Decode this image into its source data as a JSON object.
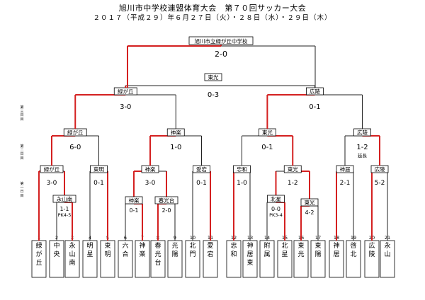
{
  "title": "旭川市中学校連盟体育大会　第７０回サッカー大会",
  "subtitle": "２０１７（平成２９）年６月２７日（火）・２８日（水）・２９日（木）",
  "champion": "旭川市立緑が丘中学校",
  "round_labels": [
    "第三日目",
    "第二日目",
    "第一日目"
  ],
  "teams": [
    {
      "no": "1",
      "name": "緑が丘"
    },
    {
      "no": "2",
      "name": "中央"
    },
    {
      "no": "3",
      "name": "永山南"
    },
    {
      "no": "4",
      "name": "明星"
    },
    {
      "no": "5",
      "name": "東明"
    },
    {
      "no": "6",
      "name": "六合"
    },
    {
      "no": "7",
      "name": "神楽"
    },
    {
      "no": "8",
      "name": "春光台"
    },
    {
      "no": "9",
      "name": "光陽"
    },
    {
      "no": "10",
      "name": "北門"
    },
    {
      "no": "11",
      "name": "愛宕"
    },
    {
      "no": "12",
      "name": "忠和"
    },
    {
      "no": "13",
      "name": "神居東"
    },
    {
      "no": "14",
      "name": "附属"
    },
    {
      "no": "15",
      "name": "北星"
    },
    {
      "no": "16",
      "name": "東光"
    },
    {
      "no": "17",
      "name": "東陽"
    },
    {
      "no": "18",
      "name": "神居"
    },
    {
      "no": "19",
      "name": "啓北"
    },
    {
      "no": "20",
      "name": "広陵"
    },
    {
      "no": "21",
      "name": "永山"
    }
  ],
  "winners": {
    "l1_2_3": "永山南",
    "l1_6_7": "神楽",
    "l1_8_9": "春光台",
    "l1_14_15": "北星",
    "l1_16_17": "東光",
    "l2_a": "緑が丘",
    "l2_b": "東明",
    "l2_c": "神楽",
    "l2_d": "愛宕",
    "l2_e": "忠和",
    "l2_f": "東光",
    "l2_g": "神居",
    "l2_h": "広陵",
    "l3_a": "緑が丘",
    "l3_b": "神楽",
    "l3_c": "東光",
    "l3_d": "広陵",
    "l4_a": "緑が丘",
    "l4_b": "広陵",
    "final": "東光"
  },
  "scores": {
    "l1_2_3": "1-1",
    "l1_2_3_note": "PK4-5",
    "l1_6_7": "0-1",
    "l1_8_9": "2-0",
    "l1_14_15": "0-0",
    "l1_14_15_note": "PK3-4",
    "l1_16_17": "4-2",
    "l2_a": "3-0",
    "l2_b": "0-1",
    "l2_c": "3-0",
    "l2_d": "0-1",
    "l2_e": "1-0",
    "l2_f": "1-2",
    "l2_g": "2-1",
    "l2_h": "5-2",
    "l3_a": "6-0",
    "l3_b": "1-0",
    "l3_c": "0-1",
    "l3_d": "1-2",
    "l3_d_note": "延長",
    "l4_a": "3-0",
    "l4_b": "0-1",
    "semi": "0-3",
    "final": "2-0"
  },
  "colors": {
    "winner_line": "#d42020",
    "line": "#222222",
    "box": "#000000"
  }
}
